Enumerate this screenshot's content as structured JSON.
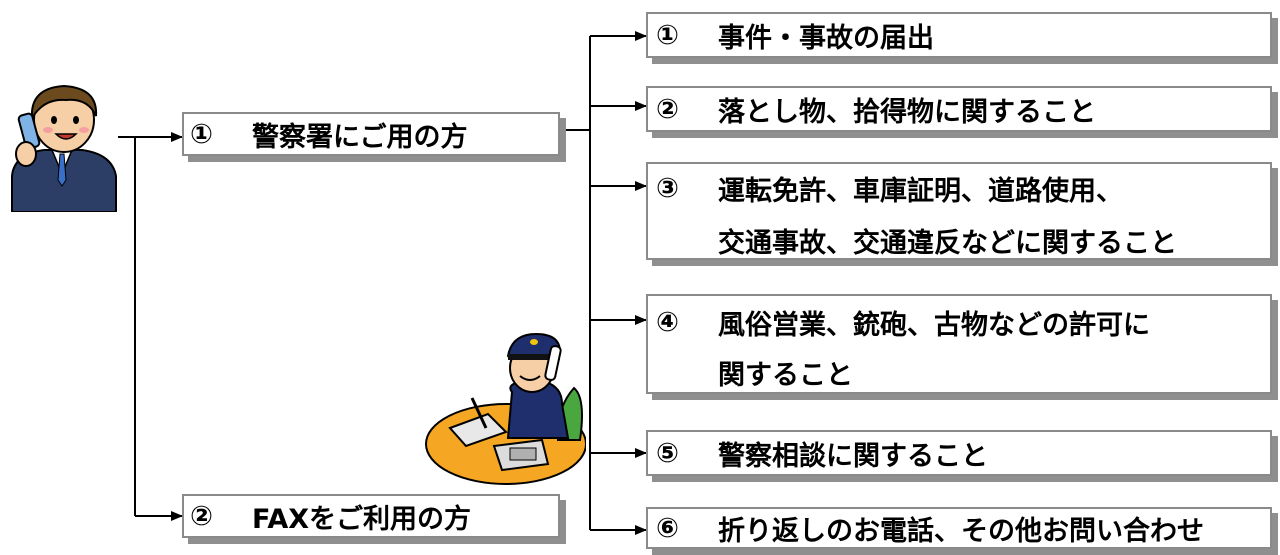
{
  "entries": [
    {
      "num": "①",
      "label": "警察署にご用の方"
    },
    {
      "num": "②",
      "label": "FAXをご利用の方"
    }
  ],
  "categories": [
    {
      "num": "①",
      "lines": [
        "事件・事故の届出"
      ]
    },
    {
      "num": "②",
      "lines": [
        "落とし物、拾得物に関すること"
      ]
    },
    {
      "num": "③",
      "lines": [
        "運転免許、車庫証明、道路使用、",
        "交通事故、交通違反などに関すること"
      ]
    },
    {
      "num": "④",
      "lines": [
        "風俗営業、銃砲、古物などの許可に",
        "関すること"
      ]
    },
    {
      "num": "⑤",
      "lines": [
        "警察相談に関すること"
      ]
    },
    {
      "num": "⑥",
      "lines": [
        "折り返しのお電話、その他お問い合わせ"
      ]
    }
  ],
  "colors": {
    "line": "#000000",
    "box_border": "#8a8a8a",
    "shadow": "#8f8f8f",
    "desk": "#f5a623"
  },
  "icons": [
    "caller-illustration",
    "police-officer-illustration"
  ]
}
